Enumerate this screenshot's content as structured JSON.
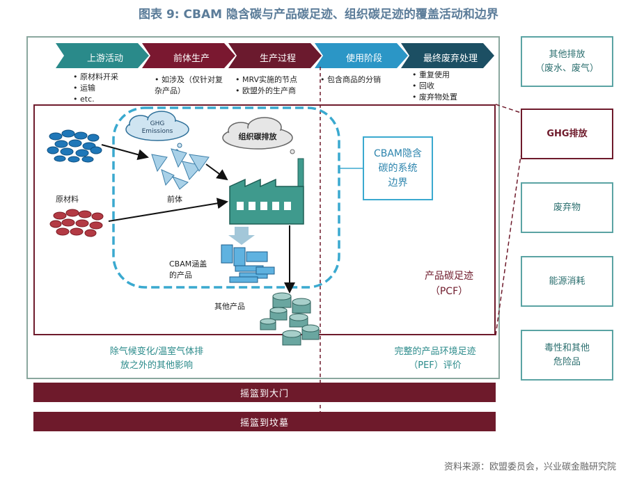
{
  "title": "图表 9:  CBAM 隐含碳与产品碳足迹、组织碳足迹的覆盖活动和边界",
  "stages": [
    {
      "label": "上游活动",
      "color": "#2a8a8a",
      "bullets": [
        "原材料开采",
        "运输",
        "etc."
      ]
    },
    {
      "label": "前体生产",
      "color": "#7a1830",
      "bullets": [
        "如涉及（仅针对复杂产品）"
      ]
    },
    {
      "label": "生产过程",
      "color": "#6b1a2e",
      "bullets": [
        "MRV实施的节点",
        "欧盟外的生产商"
      ]
    },
    {
      "label": "使用阶段",
      "color": "#2b96c6",
      "bullets": [
        "包含商品的分销"
      ]
    },
    {
      "label": "最终废弃处理",
      "color": "#1c4f63",
      "bullets": [
        "重复使用",
        "回收",
        "废弃物处置"
      ]
    }
  ],
  "side_boxes": [
    {
      "label": "其他排放\n（废水、废气）"
    },
    {
      "label": "GHG排放"
    },
    {
      "label": "废弃物"
    },
    {
      "label": "能源消耗"
    },
    {
      "label": "毒性和其他\n危险品"
    }
  ],
  "diagram": {
    "ghg_cloud": "GHG\nEmissions",
    "org_cloud": "组织碳排放",
    "raw_material": "原材料",
    "precursor": "前体",
    "cbam_product": "CBAM涵盖\n的产品",
    "other_product": "其他产品",
    "cbam_boundary": "CBAM隐含\n碳的系统\n边界",
    "pcf_label": "产品碳足迹\n（PCF）",
    "left_note": "除气候变化/温室气体排\n放之外的其他影响",
    "right_note": "完整的产品环境足迹\n（PEF）评价"
  },
  "bars": {
    "gate": "摇篮到大门",
    "grave": "摇篮到坟墓"
  },
  "source": "资料来源：欧盟委员会，兴业碳金融研究院",
  "colors": {
    "teal": "#2a8a8a",
    "maroon": "#6e1a2b",
    "blue": "#3aa9cf",
    "navy": "#1c4f63"
  }
}
